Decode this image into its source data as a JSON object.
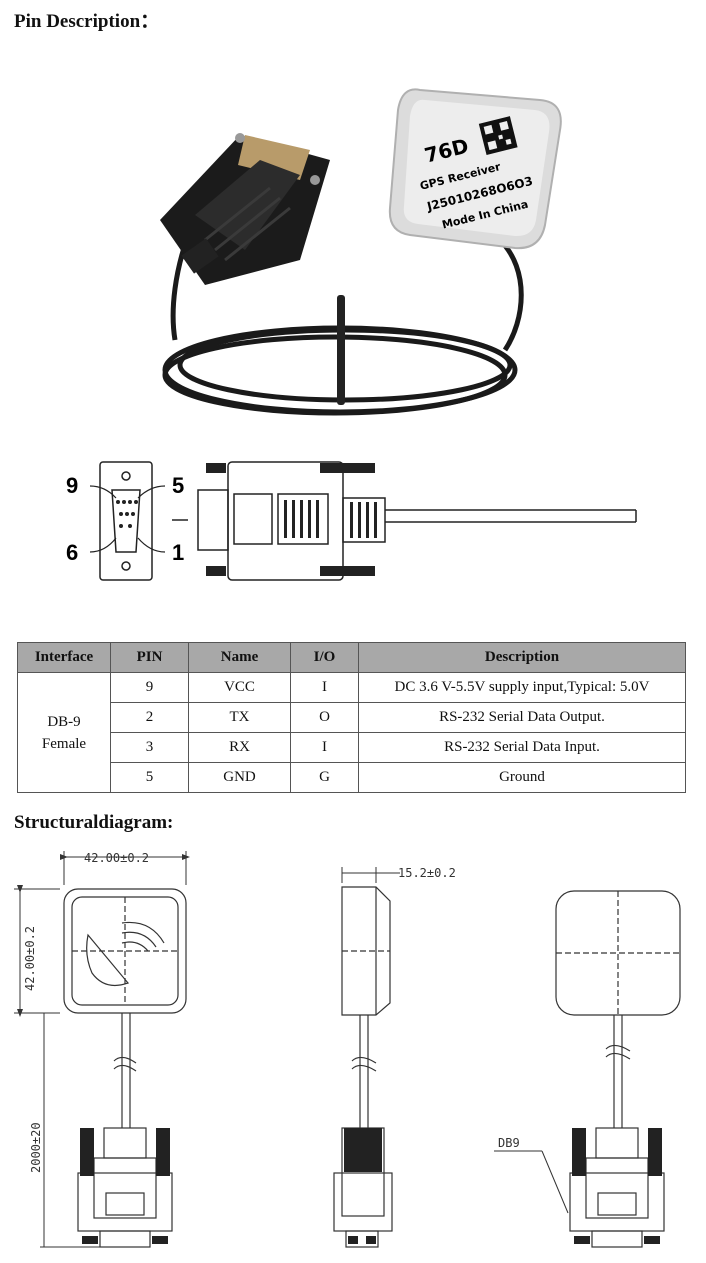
{
  "headings": {
    "pin_description": "Pin Description：",
    "structural_diagram": "Structuraldiagram:"
  },
  "product_label": {
    "model": "76D",
    "line1": "GPS Receiver",
    "line2": "J25010268O6O3",
    "line3": "Mode In China"
  },
  "connector_pins": {
    "top_left": "9",
    "top_right": "5",
    "bottom_left": "6",
    "bottom_right": "1"
  },
  "table": {
    "headers": [
      "Interface",
      "PIN",
      "Name",
      "I/O",
      "Description"
    ],
    "interface_line1": "DB-9",
    "interface_line2": "Female",
    "rows": [
      {
        "pin": "9",
        "name": "VCC",
        "io": "I",
        "desc": "DC 3.6 V-5.5V supply input,Typical: 5.0V"
      },
      {
        "pin": "2",
        "name": "TX",
        "io": "O",
        "desc": "RS-232 Serial Data Output."
      },
      {
        "pin": "3",
        "name": "RX",
        "io": "I",
        "desc": "RS-232 Serial Data Input."
      },
      {
        "pin": "5",
        "name": "GND",
        "io": "G",
        "desc": "Ground"
      }
    ]
  },
  "dimensions": {
    "width": "42.00±0.2",
    "height": "42.00±0.2",
    "thickness": "15.2±0.2",
    "cable_length": "2000±20",
    "connector": "DB9"
  }
}
